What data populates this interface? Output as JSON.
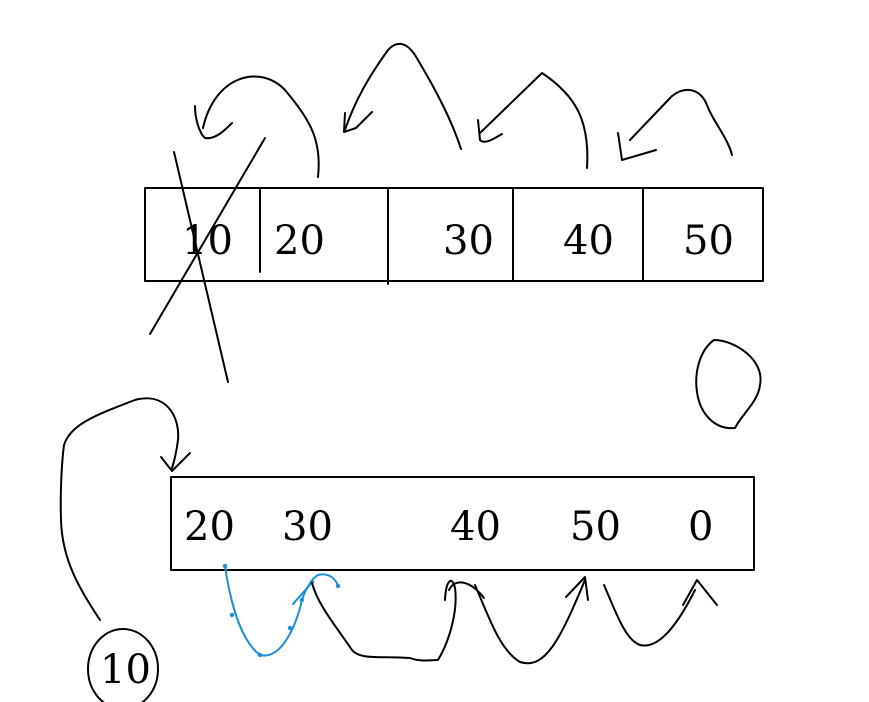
{
  "top_array": {
    "values": [
      "10",
      "20",
      "30",
      "40",
      "50"
    ]
  },
  "bottom_array": {
    "values": [
      "20",
      "30",
      "40",
      "50",
      "0"
    ]
  },
  "removed_element": "10"
}
